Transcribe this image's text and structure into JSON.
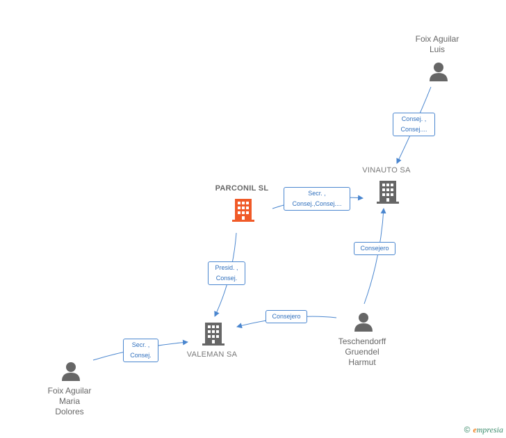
{
  "nodes": {
    "foix_luis": {
      "type": "person",
      "name": "Foix Aguilar\nLuis"
    },
    "vinauto": {
      "type": "company",
      "name": "VINAUTO SA"
    },
    "parconil": {
      "type": "company",
      "name": "PARCONIL SL",
      "focus": true
    },
    "valeman": {
      "type": "company",
      "name": "VALEMAN SA"
    },
    "teschendorff": {
      "type": "person",
      "name": "Teschendorff\nGruendel\nHarmut"
    },
    "foix_maria": {
      "type": "person",
      "name": "Foix Aguilar\nMaria\nDolores"
    }
  },
  "edges": [
    {
      "from": "foix_luis",
      "to": "vinauto",
      "label_lines": [
        "Consej. ,",
        "Consej...."
      ]
    },
    {
      "from": "parconil",
      "to": "vinauto",
      "label_lines": [
        "Secr. ,",
        "Consej.,Consej...."
      ]
    },
    {
      "from": "parconil",
      "to": "valeman",
      "label_lines": [
        "Presid. ,",
        "Consej."
      ]
    },
    {
      "from": "teschendorff",
      "to": "vinauto",
      "label_lines": [
        "Consejero"
      ]
    },
    {
      "from": "teschendorff",
      "to": "valeman",
      "label_lines": [
        "Consejero"
      ]
    },
    {
      "from": "foix_maria",
      "to": "valeman",
      "label_lines": [
        "Secr. ,",
        "Consej."
      ]
    }
  ],
  "colors": {
    "edge": "#4a86cf",
    "company": "#666666",
    "focus_company": "#f05a28",
    "person": "#666666"
  },
  "footer": {
    "copyright": "©",
    "brand_initial": "e",
    "brand_rest": "mpresia"
  }
}
